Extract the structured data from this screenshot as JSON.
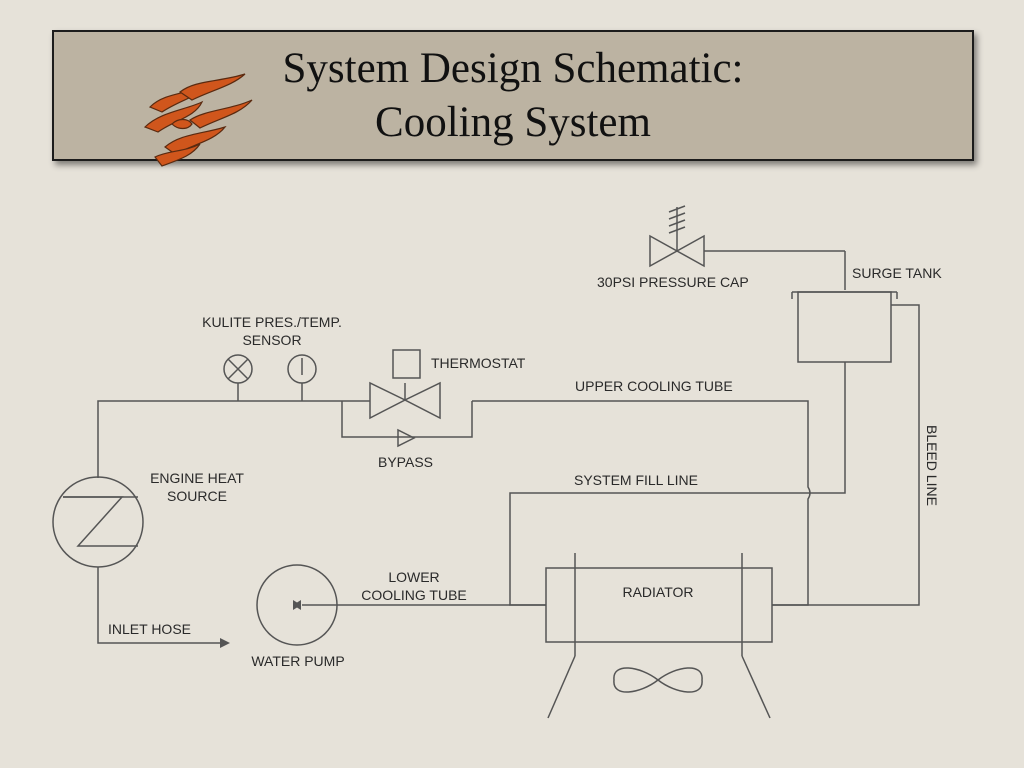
{
  "slide": {
    "title_line1": "System Design Schematic:",
    "title_line2": "Cooling System",
    "logo_icon": "flame-logo-icon"
  },
  "labels": {
    "pressure_cap": "30PSI PRESSURE CAP",
    "surge_tank": "SURGE TANK",
    "sensor_line1": "KULITE PRES./TEMP.",
    "sensor_line2": "SENSOR",
    "thermostat": "THERMOSTAT",
    "upper_tube": "UPPER COOLING TUBE",
    "bypass": "BYPASS",
    "bleed_line": "BLEED LINE",
    "engine_line1": "ENGINE HEAT",
    "engine_line2": "SOURCE",
    "fill_line": "SYSTEM FILL LINE",
    "lower_line1": "LOWER",
    "lower_line2": "COOLING TUBE",
    "radiator": "RADIATOR",
    "inlet_hose": "INLET HOSE",
    "water_pump": "WATER PUMP"
  },
  "colors": {
    "background": "#e6e2d9",
    "title_box": "#bcb3a2",
    "logo": "#d0561c",
    "lines": "#555555"
  }
}
